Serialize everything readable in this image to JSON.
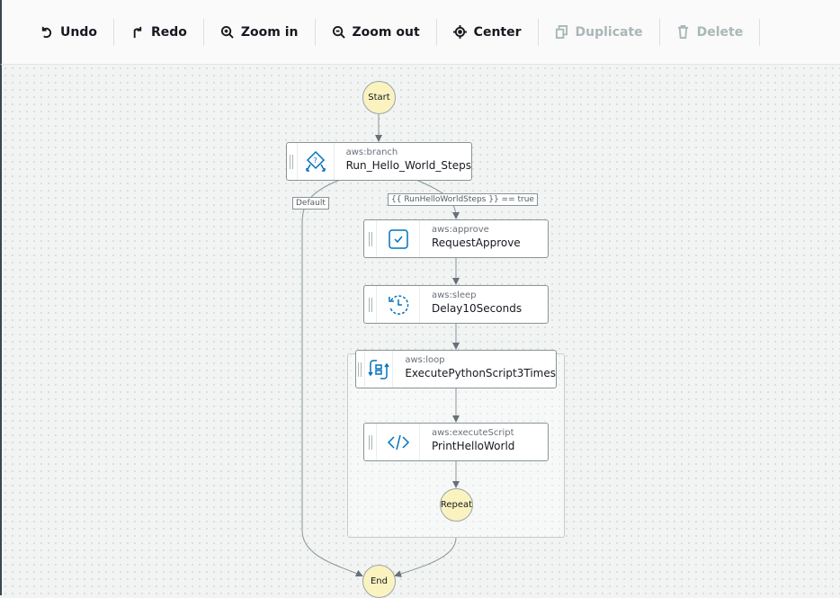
{
  "toolbar": {
    "undo": "Undo",
    "redo": "Redo",
    "zoom_in": "Zoom in",
    "zoom_out": "Zoom out",
    "center": "Center",
    "duplicate": "Duplicate",
    "delete": "Delete"
  },
  "flow": {
    "start": "Start",
    "end": "End",
    "repeat": "Repeat",
    "default_label": "Default",
    "condition_label": "{{ RunHelloWorldSteps }} == true",
    "steps": [
      {
        "type": "aws:branch",
        "name": "Run_Hello_World_Steps",
        "icon": "branch-icon"
      },
      {
        "type": "aws:approve",
        "name": "RequestApprove",
        "icon": "approve-checkbox-icon"
      },
      {
        "type": "aws:sleep",
        "name": "Delay10Seconds",
        "icon": "clock-icon"
      },
      {
        "type": "aws:loop",
        "name": "ExecutePythonScript3Times",
        "icon": "loop-icon"
      },
      {
        "type": "aws:executeScript",
        "name": "PrintHelloWorld",
        "icon": "code-icon"
      }
    ]
  },
  "colors": {
    "accent": "#0073bb",
    "terminal_fill": "#faf3c0",
    "disabled": "#aab7b8"
  }
}
